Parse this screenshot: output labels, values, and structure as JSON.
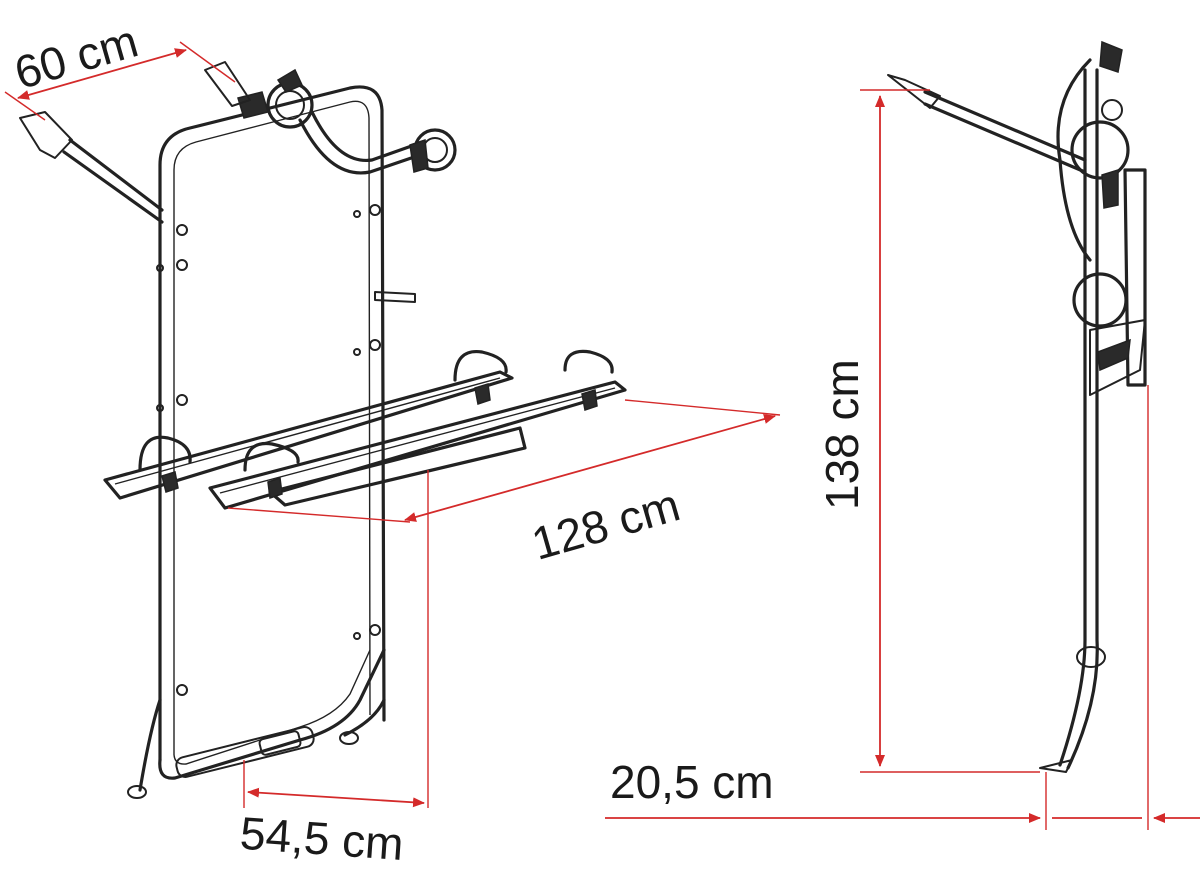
{
  "dimensions": {
    "depth": "60 cm",
    "rail_length": "128 cm",
    "base_width": "54,5 cm",
    "height": "138 cm",
    "offset": "20,5 cm"
  },
  "colors": {
    "dimension_line": "#d42a2a",
    "drawing_line": "#222222",
    "background": "#ffffff"
  }
}
